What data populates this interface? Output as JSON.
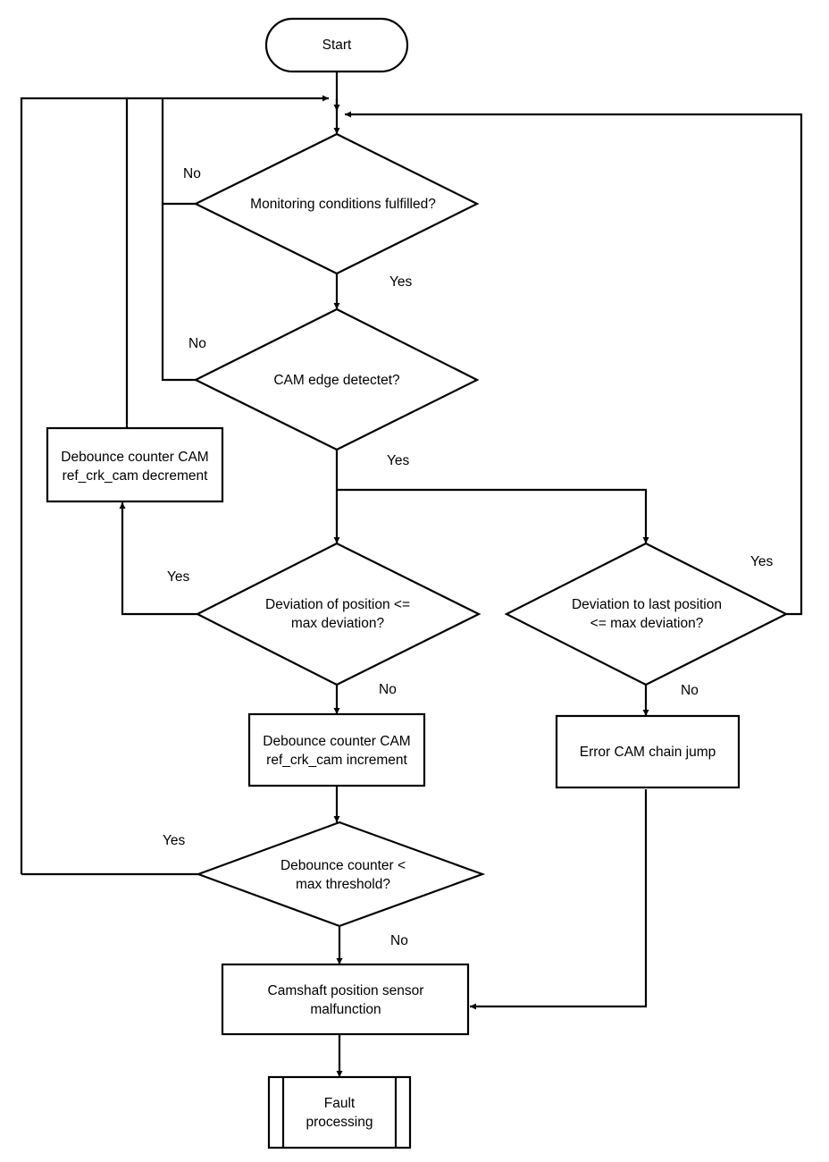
{
  "nodes": {
    "start": "Start",
    "monitoring": "Monitoring conditions fulfilled?",
    "cam_edge": "CAM edge detectet?",
    "dec_line1": "Debounce counter CAM",
    "dec_line2": "ref_crk_cam decrement",
    "dev_pos_line1": "Deviation of position <=",
    "dev_pos_line2": "max deviation?",
    "dev_last_line1": "Deviation to last position",
    "dev_last_line2": "<= max deviation?",
    "inc_line1": "Debounce counter CAM",
    "inc_line2": "ref_crk_cam increment",
    "chain_jump": "Error CAM chain jump",
    "thr_line1": "Debounce counter <",
    "thr_line2": "max threshold?",
    "malf_line1": "Camshaft position sensor",
    "malf_line2": "malfunction",
    "fault_line1": "Fault",
    "fault_line2": "processing"
  },
  "labels": {
    "no_monitoring": "No",
    "yes_monitoring": "Yes",
    "no_cam_edge": "No",
    "yes_cam_edge": "Yes",
    "yes_dev_pos": "Yes",
    "no_dev_pos": "No",
    "yes_dev_last": "Yes",
    "no_dev_last": "No",
    "yes_threshold": "Yes",
    "no_threshold": "No"
  }
}
